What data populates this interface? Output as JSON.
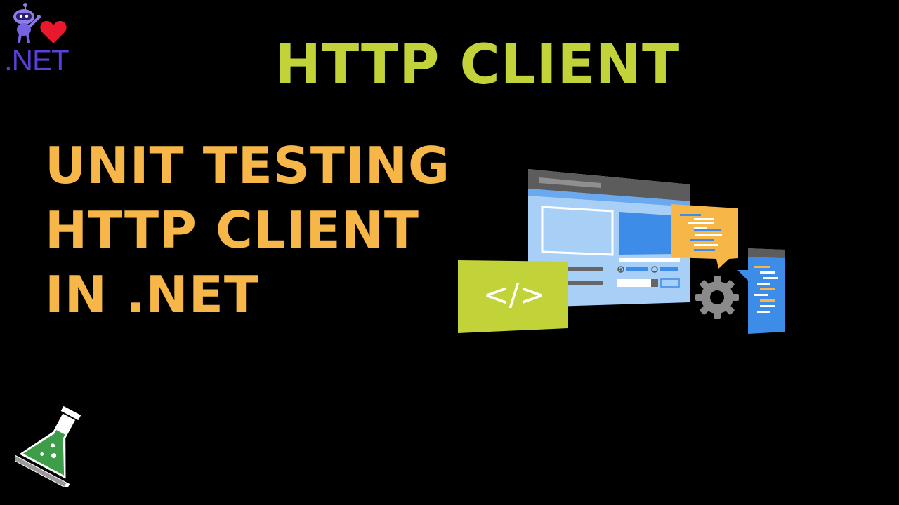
{
  "brand": {
    "logo_text": ".NET",
    "icons": [
      "dotnet-bot-icon",
      "heart-icon"
    ]
  },
  "title": "HTTP CLIENT",
  "headline": {
    "lines": [
      "UNIT TESTING",
      "HTTP CLIENT",
      "IN .NET"
    ]
  },
  "illustration": {
    "code_tag": "</>",
    "icons": [
      "browser-window-icon",
      "code-tag-icon",
      "chat-bubble-icon",
      "gear-icon",
      "code-document-icon"
    ]
  },
  "footer": {
    "icon": "flask-icon"
  },
  "colors": {
    "background": "#000000",
    "title": "#c2d33a",
    "headline": "#f6b748",
    "dotnet_purple": "#5b3fd6",
    "heart": "#e8192c"
  }
}
